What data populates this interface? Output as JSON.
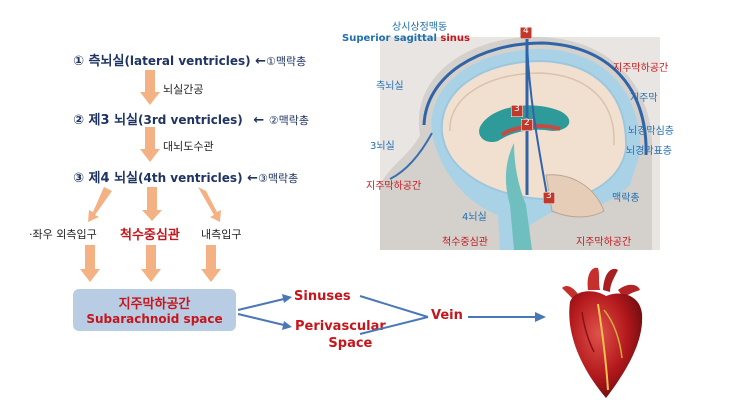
{
  "flow": {
    "step1": {
      "num": "①",
      "name": "측뇌실",
      "eng": "(lateral ventricles)",
      "arrow": "←",
      "plexus": "①맥락총"
    },
    "conn1": "뇌실간공",
    "step2": {
      "num": "②",
      "name": "제3 뇌실",
      "eng": "(3rd ventricles)",
      "arrow": "←",
      "plexus": "②맥락총"
    },
    "conn2": "대뇌도수관",
    "step3": {
      "num": "③",
      "name": "제4 뇌실",
      "eng": "(4th ventricles)",
      "arrow": "←",
      "plexus": "③맥락총"
    },
    "outlets": {
      "left": "·좌우 외측입구",
      "center": "척수중심관",
      "right": "내측입구"
    },
    "sas": {
      "ko": "지주막하공간",
      "en": "Subarachnoid space"
    },
    "sinuses": "Sinuses",
    "perivascular": [
      "Perivascular",
      "Space"
    ],
    "vein": "Vein"
  },
  "brain_labels": {
    "sss_ko": "상시상정맥동",
    "sss_en": "Superior sagittal",
    "sss_en_red": "sinus",
    "sas_top": "지주막하공간",
    "arachnoid": "지주막",
    "dura_inner": "뇌경막심층",
    "dura_outer": "뇌경막표층",
    "lateral_ventricle": "측뇌실",
    "third_ventricle": "3뇌실",
    "sas_left": "지주막하공간",
    "choroid_plexus": "맥락총",
    "fourth_ventricle": "4뇌실",
    "central_canal": "척수중심관",
    "sas_bottom": "지주막하공간",
    "badges": [
      "4",
      "3",
      "2",
      "3"
    ]
  },
  "colors": {
    "navy": "#1f3463",
    "red": "#c4161c",
    "box": "#b8cce4",
    "arrow_orange": "#f4b183",
    "arrow_blue": "#4a78b5"
  }
}
